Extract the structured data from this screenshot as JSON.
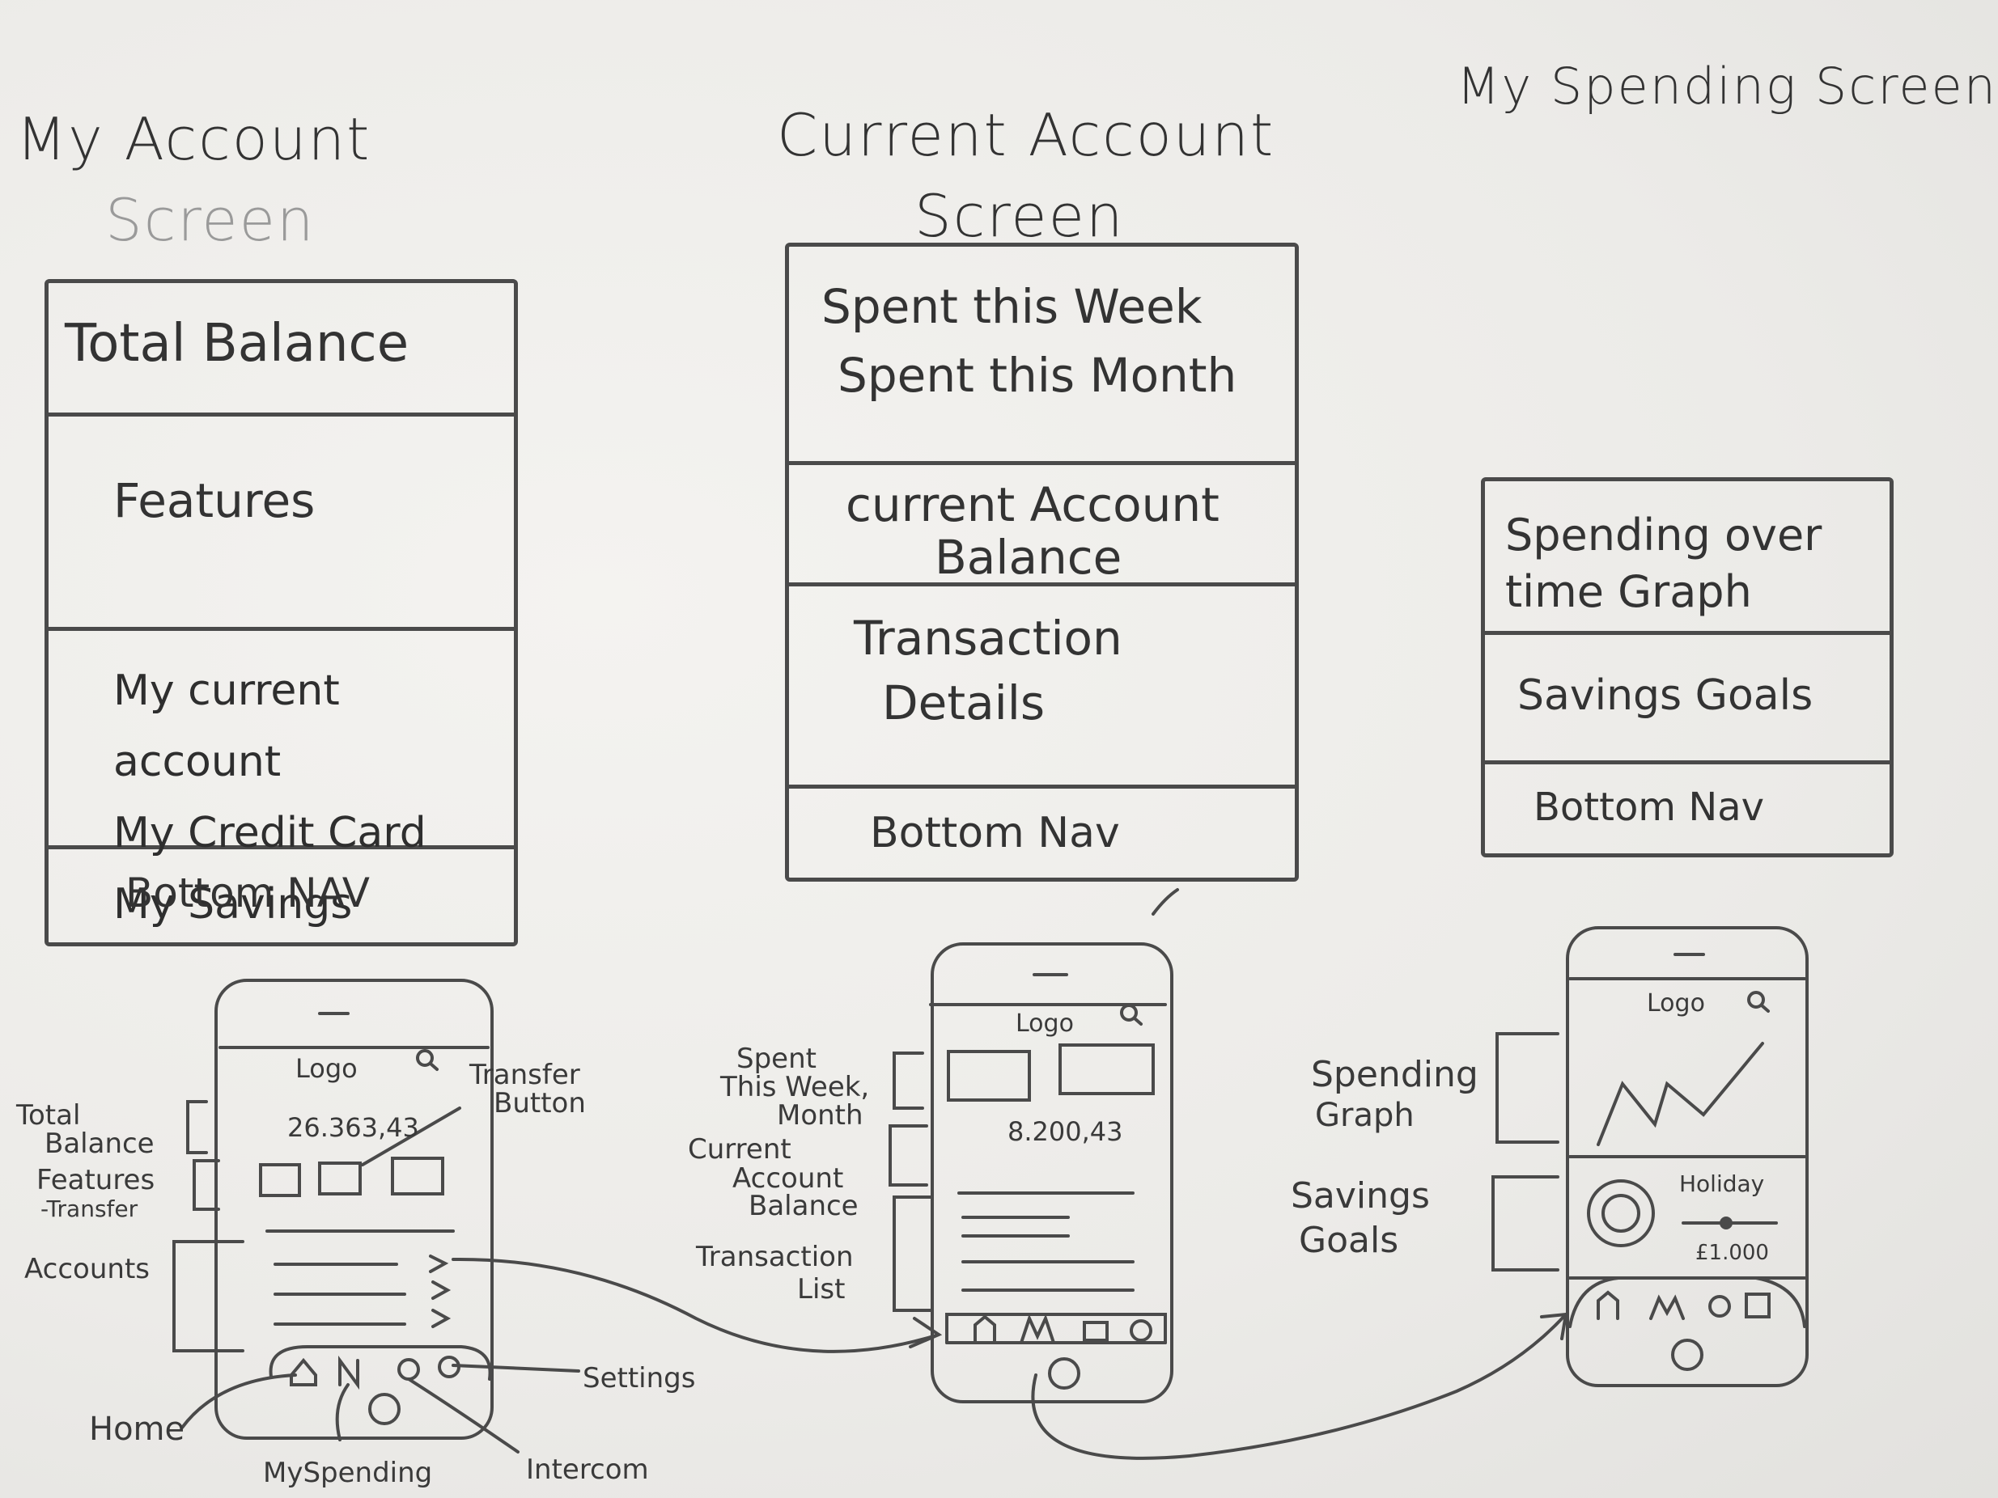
{
  "titles": {
    "my_account_line1": "My Account",
    "my_account_line2": "Screen",
    "current_account_line1": "Current Account",
    "current_account_line2": "Screen",
    "my_spending": "My Spending Screen"
  },
  "my_account_wireframe": {
    "total_balance": "Total Balance",
    "features": "Features",
    "accounts": [
      "My current account",
      "My Credit Card",
      "My Savings"
    ],
    "bottom_nav": "Bottom NAV"
  },
  "current_account_wireframe": {
    "spent_week": "Spent this Week",
    "spent_month": "Spent this Month",
    "balance_line1": "current Account",
    "balance_line2": "Balance",
    "transaction_line1": "Transaction",
    "transaction_line2": "Details",
    "bottom_nav": "Bottom Nav"
  },
  "my_spending_wireframe": {
    "graph_line1": "Spending over",
    "graph_line2": "time Graph",
    "savings_goals": "Savings Goals",
    "bottom_nav": "Bottom Nav"
  },
  "phone1": {
    "logo": "Logo",
    "balance_value": "26.363,43",
    "labels": {
      "total_balance_1": "Total",
      "total_balance_2": "Balance",
      "features_1": "Features",
      "features_2": "-Transfer",
      "accounts": "Accounts",
      "transfer_button_1": "Transfer",
      "transfer_button_2": "Button",
      "settings": "Settings",
      "home": "Home",
      "my_spending": "MySpending",
      "intercom": "Intercom"
    }
  },
  "phone2": {
    "logo": "Logo",
    "balance_value": "8.200,43",
    "labels": {
      "spent_1": "Spent",
      "spent_2": "This Week,",
      "spent_3": "Month",
      "balance_1": "Current",
      "balance_2": "Account",
      "balance_3": "Balance",
      "transaction_1": "Transaction",
      "transaction_2": "List"
    }
  },
  "phone3": {
    "logo": "Logo",
    "goal_name": "Holiday",
    "goal_amount": "£1.000",
    "labels": {
      "graph_1": "Spending",
      "graph_2": "Graph",
      "savings_1": "Savings",
      "savings_2": "Goals"
    }
  }
}
